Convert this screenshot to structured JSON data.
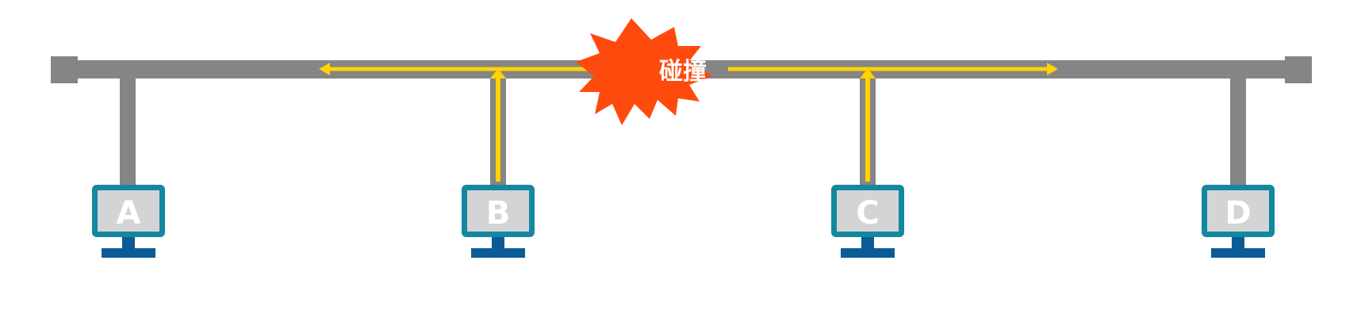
{
  "colors": {
    "bus": "#858585",
    "signal": "#FFD200",
    "monitor_frame": "#13889F",
    "monitor_screen": "#D3D4D6",
    "monitor_stand": "#0B5C96",
    "collision": "#FF4A0E",
    "label_text": "#FFFFFF"
  },
  "collision": {
    "label": "碰撞",
    "icon": "explosion-burst-icon"
  },
  "computers": [
    {
      "id": "A",
      "label": "A",
      "transmitting": false
    },
    {
      "id": "B",
      "label": "B",
      "transmitting": true
    },
    {
      "id": "C",
      "label": "C",
      "transmitting": true
    },
    {
      "id": "D",
      "label": "D",
      "transmitting": false
    }
  ]
}
